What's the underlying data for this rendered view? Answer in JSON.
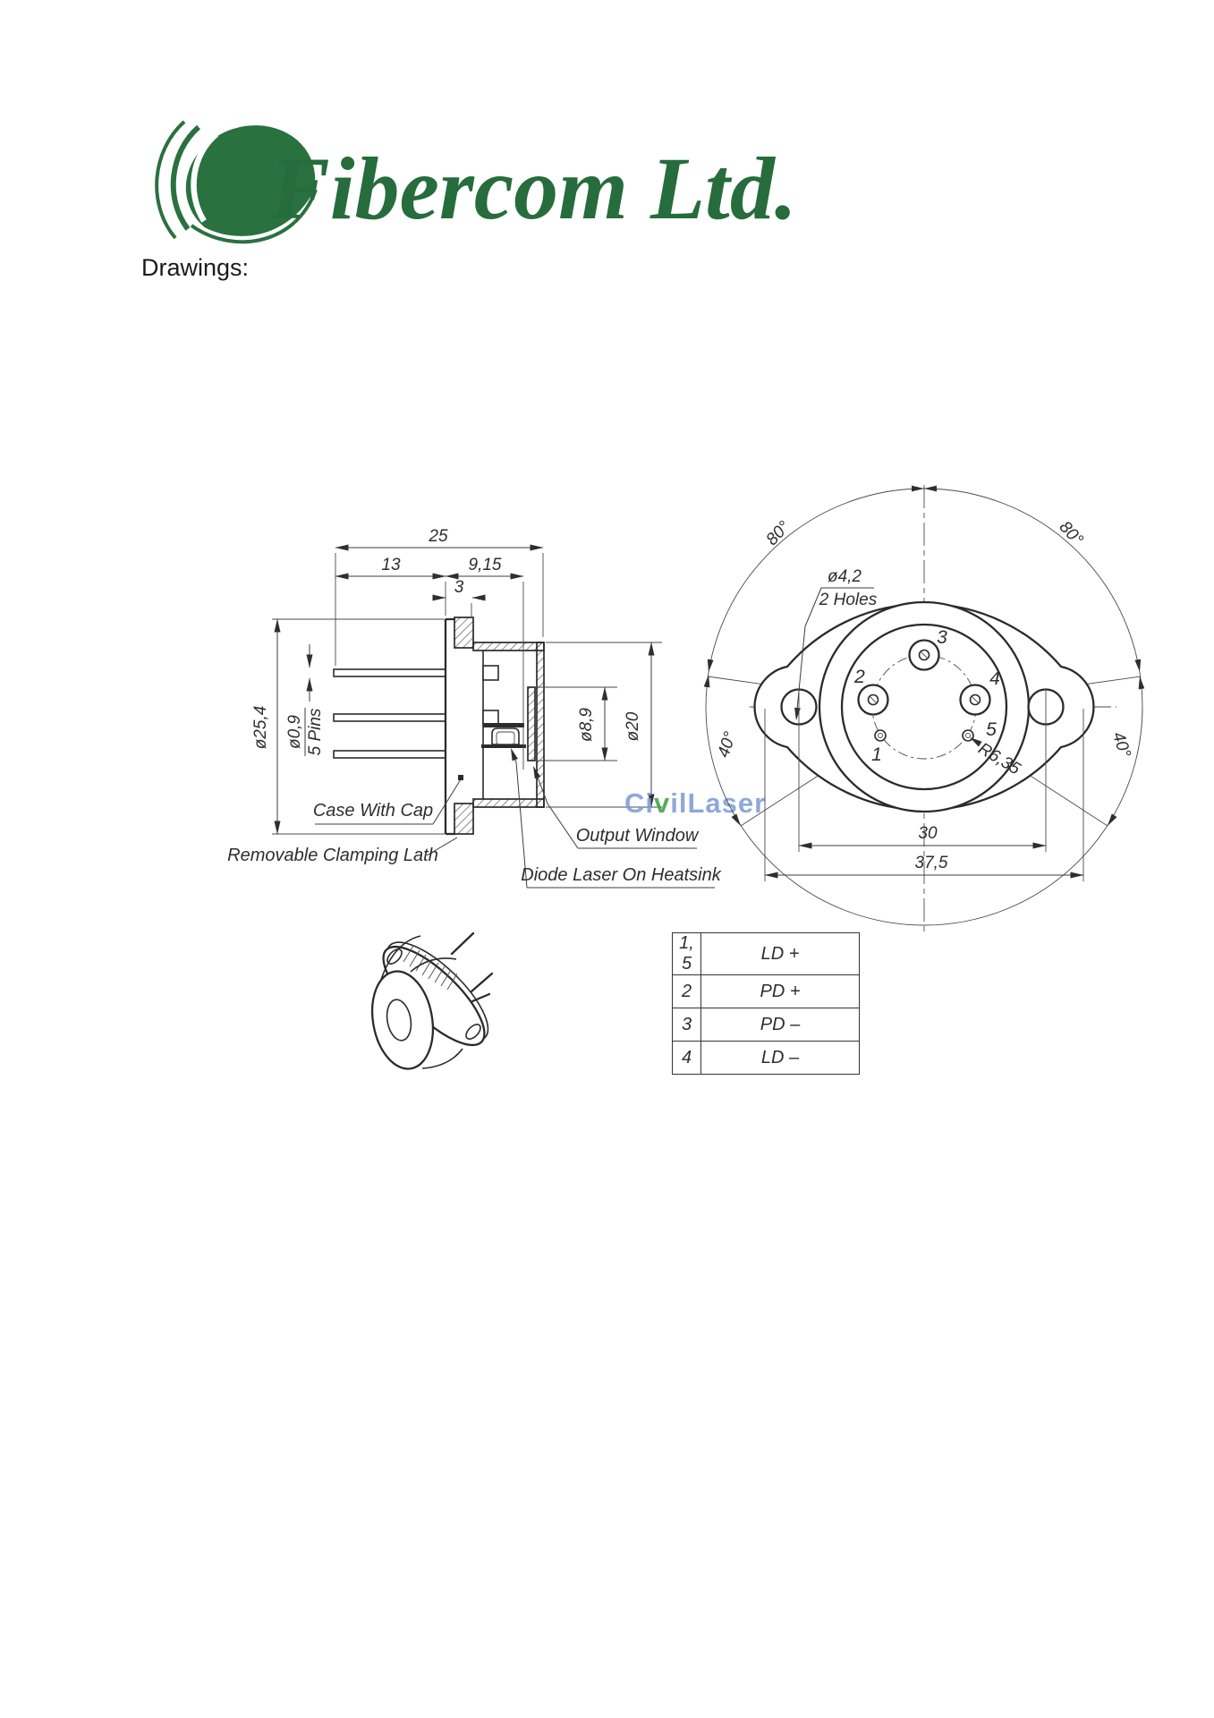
{
  "page": {
    "heading": "Drawings:"
  },
  "logo": {
    "brand": "Fibercom Ltd.",
    "green": "#2a7140"
  },
  "watermark": {
    "pre": "Ci",
    "v": "v",
    "post": "ilLaser",
    "color": "#7b99d4"
  },
  "side_view": {
    "dim_total": "25",
    "dim_pins_len": "13",
    "dim_cap_len": "9,15",
    "dim_clamp": "3",
    "dim_pin_dia": "ø0,9",
    "dim_pin_count": "5 Pins",
    "dim_flange_dia": "ø25,4",
    "dim_window_dia": "ø8,9",
    "dim_cap_dia": "ø20",
    "label_case": "Case With Cap",
    "label_lath": "Removable Clamping Lath",
    "label_window": "Output Window",
    "label_diode": "Diode Laser On Heatsink"
  },
  "front_view": {
    "dim_angle_top_left": "80°",
    "dim_angle_top_right": "80°",
    "dim_angle_left": "40°",
    "dim_angle_right": "40°",
    "dim_hole_dia": "ø4,2",
    "dim_hole_qty": "2 Holes",
    "dim_pin_circle": "R6,35",
    "dim_hole_span": "30",
    "dim_width": "37,5",
    "pin1": "1",
    "pin2": "2",
    "pin3": "3",
    "pin4": "4",
    "pin5": "5"
  },
  "pin_table": {
    "rows": [
      {
        "pin": "1, 5",
        "signal": "LD +"
      },
      {
        "pin": "2",
        "signal": "PD +"
      },
      {
        "pin": "3",
        "signal": "PD –"
      },
      {
        "pin": "4",
        "signal": "LD –"
      }
    ]
  }
}
